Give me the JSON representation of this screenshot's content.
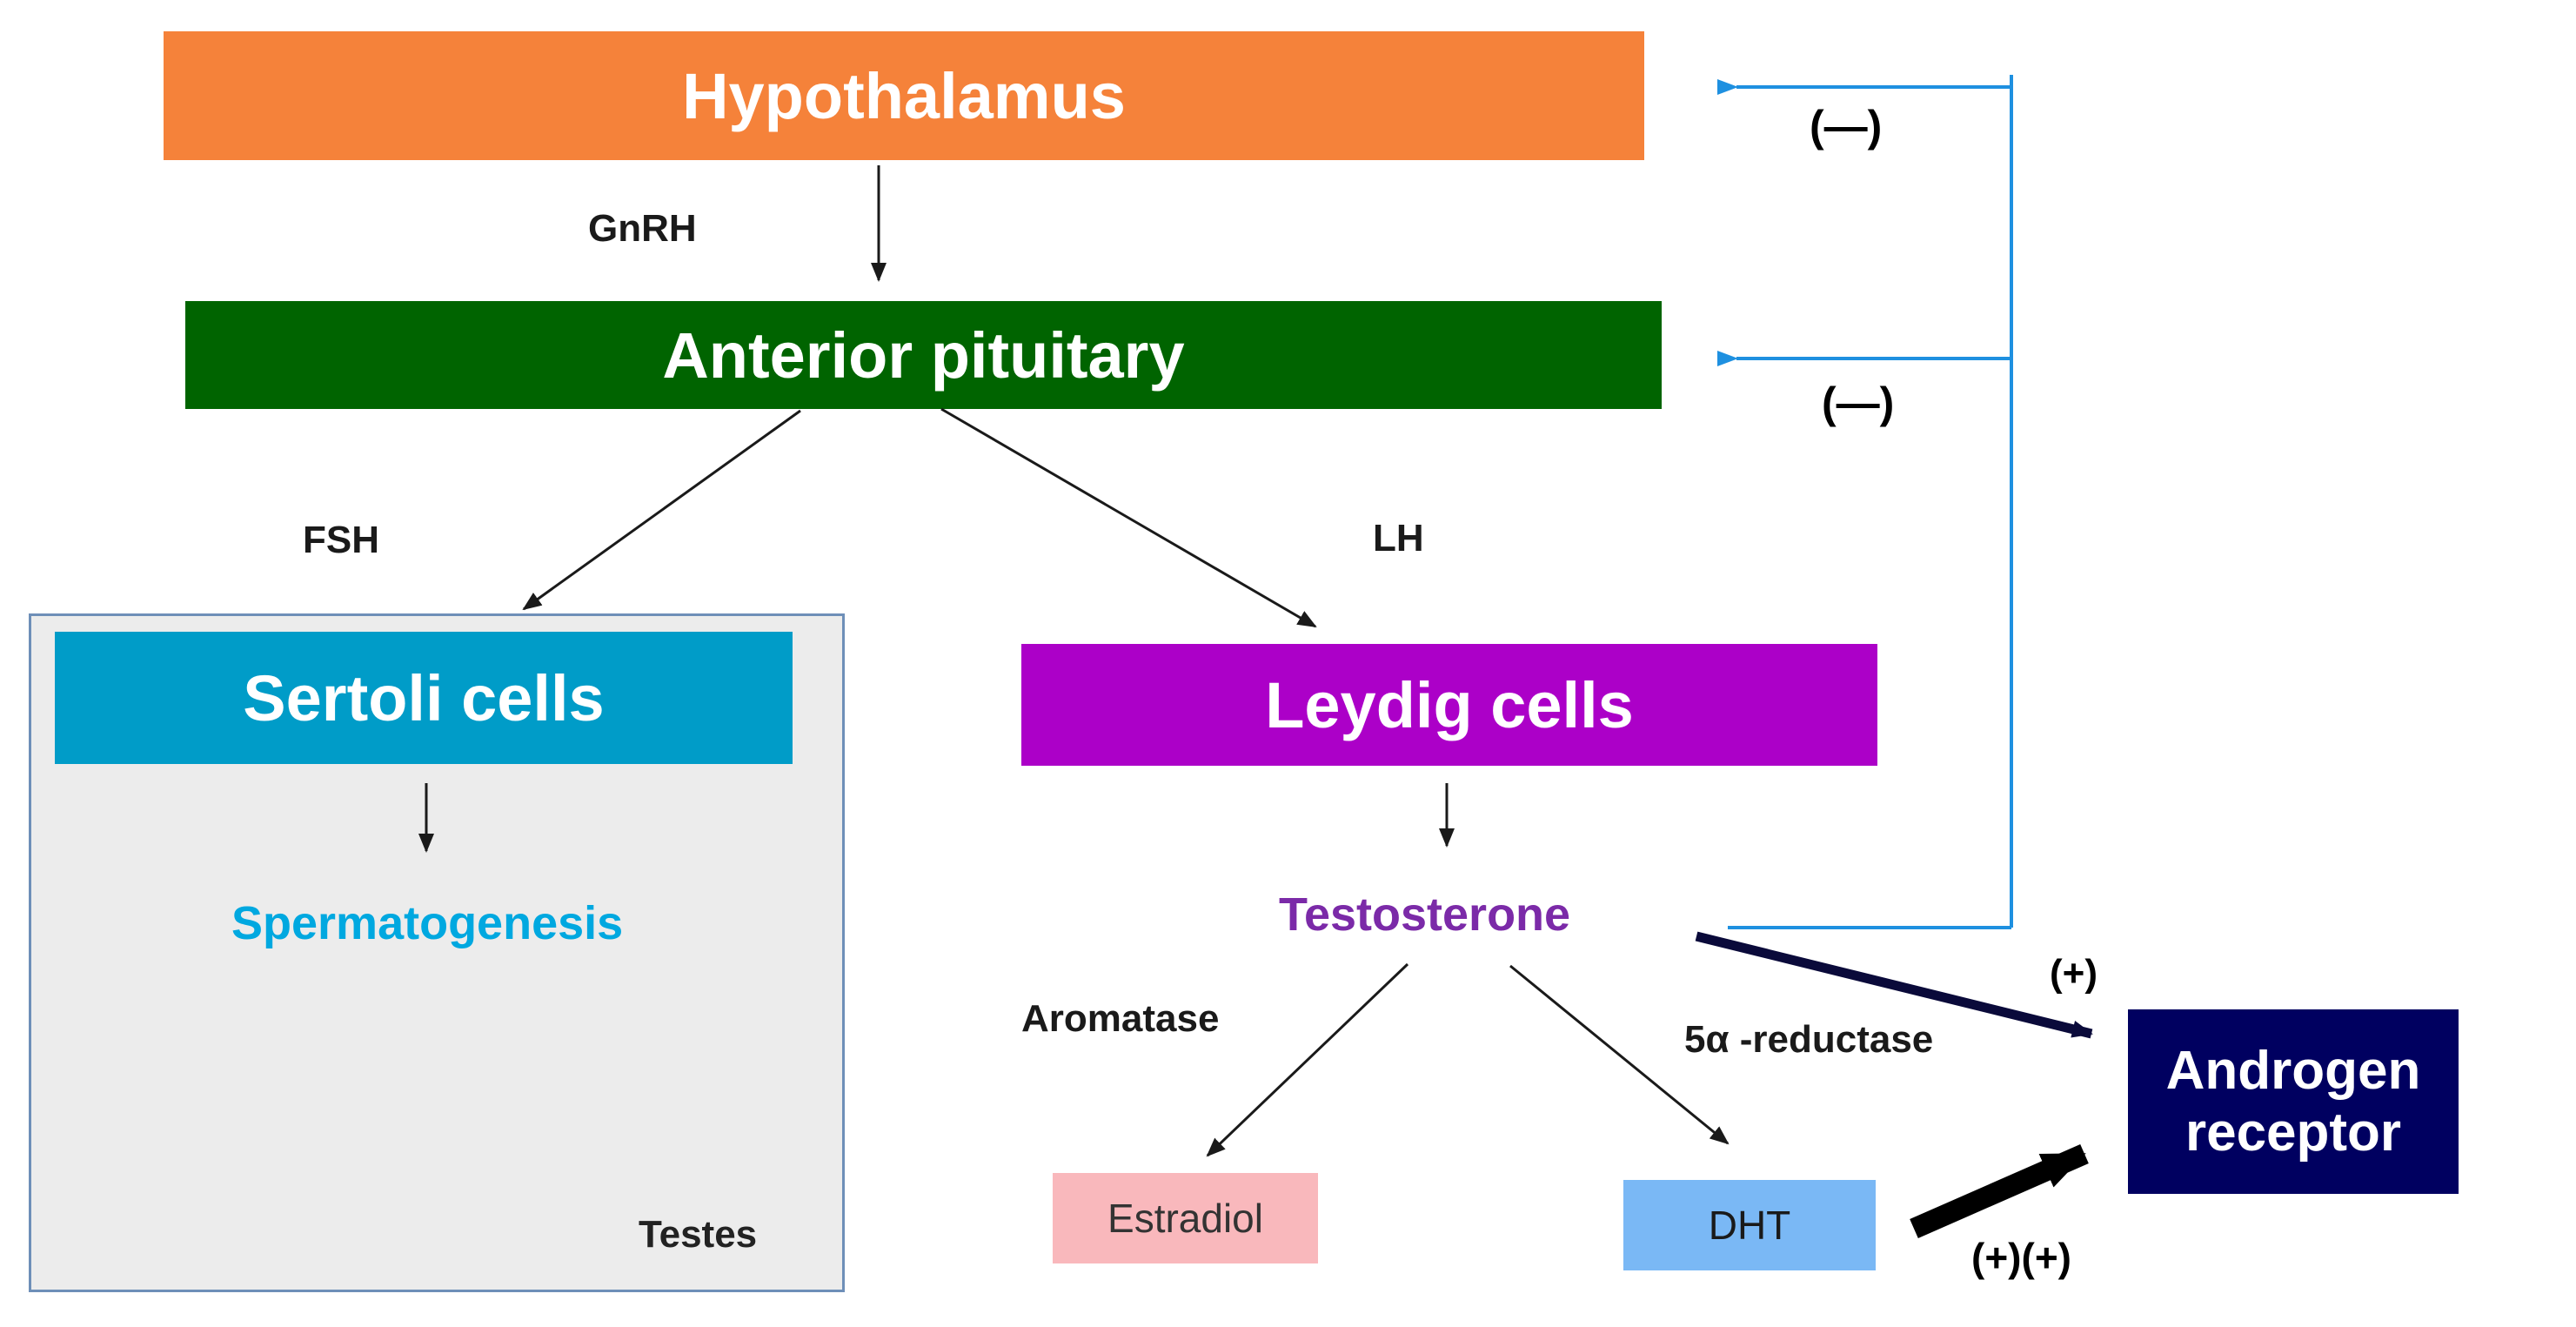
{
  "nodes": {
    "hypothalamus": "Hypothalamus",
    "anterior_pituitary": "Anterior pituitary",
    "sertoli": "Sertoli cells",
    "leydig": "Leydig cells",
    "spermatogenesis": "Spermatogenesis",
    "testosterone": "Testosterone",
    "estradiol": "Estradiol",
    "dht": "DHT",
    "androgen_receptor_line1": "Androgen",
    "androgen_receptor_line2": "receptor",
    "testes": "Testes"
  },
  "edges": {
    "gnrh": "GnRH",
    "fsh": "FSH",
    "lh": "LH",
    "aromatase": "Aromatase",
    "reductase": "5α -reductase",
    "neg_hypothalamus": "(—)",
    "neg_pituitary": "(—)",
    "pos_testosterone": "(+)",
    "pos_dht": "(+)(+)"
  },
  "colors": {
    "hypothalamus": "#f5823a",
    "anterior_pituitary": "#006400",
    "sertoli": "#009cc8",
    "leydig": "#ac00c8",
    "spermatogenesis_text": "#00a8e0",
    "testosterone_text": "#7b2aa8",
    "estradiol": "#f9b8bc",
    "dht": "#7ab8f5",
    "androgen_receptor": "#000060",
    "testes_panel": "#ececec",
    "testes_border": "#6e8fb8",
    "feedback": "#1e90e0"
  }
}
